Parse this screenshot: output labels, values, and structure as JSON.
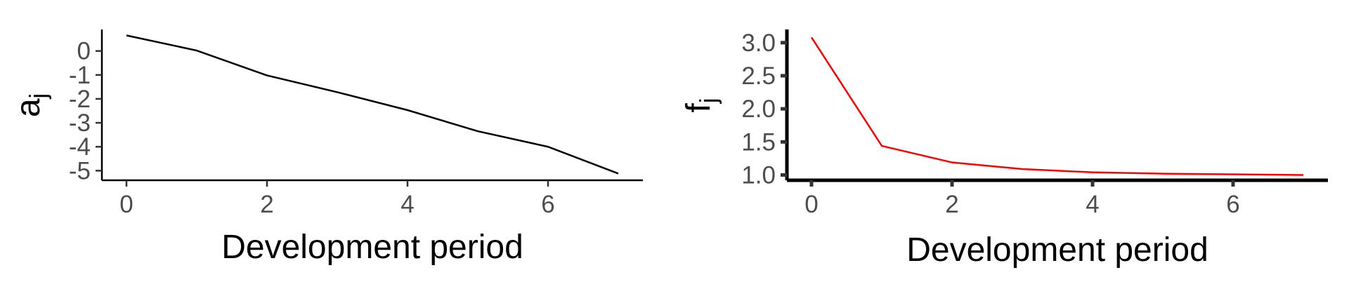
{
  "chart_data": [
    {
      "type": "line",
      "title": "",
      "xlabel": "Development period",
      "ylabel": {
        "base": "a",
        "subscript": "j"
      },
      "x": [
        0,
        1,
        2,
        3,
        4,
        5,
        6,
        7
      ],
      "series": [
        {
          "values": [
            0.65,
            0.02,
            -1.02,
            -1.72,
            -2.47,
            -3.35,
            -4.0,
            -5.12
          ],
          "color": "#000000"
        }
      ],
      "xlim": [
        -0.35,
        7.35
      ],
      "ylim": [
        -5.4,
        0.9
      ],
      "xticks": [
        0,
        2,
        4,
        6
      ],
      "xtick_labels": [
        "0",
        "2",
        "4",
        "6"
      ],
      "yticks": [
        0,
        -1,
        -2,
        -3,
        -4,
        -5
      ],
      "ytick_labels": [
        "0",
        "-1",
        "-2",
        "-3",
        "-4",
        "-5"
      ],
      "grid": false,
      "legend": "none"
    },
    {
      "type": "line",
      "title": "",
      "xlabel": "Development period",
      "ylabel": {
        "base": "f",
        "subscript": "j"
      },
      "x": [
        0,
        1,
        2,
        3,
        4,
        5,
        6,
        7
      ],
      "series": [
        {
          "values": [
            3.08,
            1.44,
            1.19,
            1.09,
            1.04,
            1.02,
            1.01,
            1.0
          ],
          "color": "#ff0000"
        }
      ],
      "xlim": [
        -0.35,
        7.35
      ],
      "ylim": [
        0.92,
        3.2
      ],
      "xticks": [
        0,
        2,
        4,
        6
      ],
      "xtick_labels": [
        "0",
        "2",
        "4",
        "6"
      ],
      "yticks": [
        3.0,
        2.5,
        2.0,
        1.5,
        1.0
      ],
      "ytick_labels": [
        "3.0",
        "2.5",
        "2.0",
        "1.5",
        "1.0"
      ],
      "grid": false,
      "legend": "none"
    }
  ]
}
